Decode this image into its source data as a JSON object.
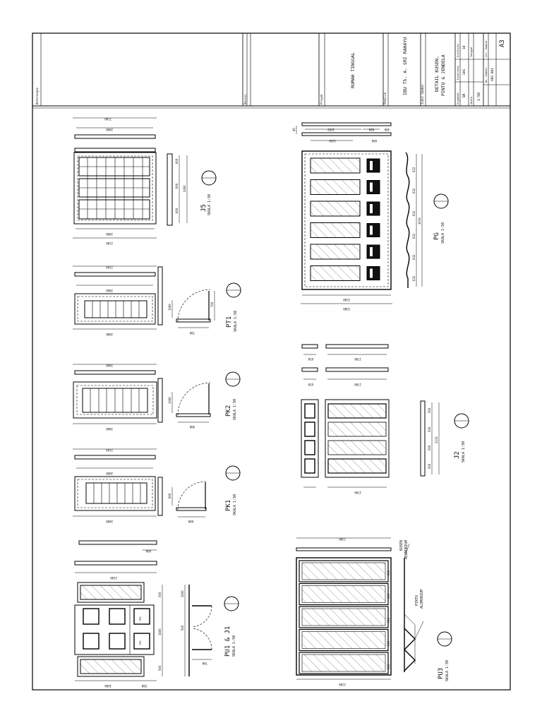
{
  "title_block": {
    "field_remarks": "Keterangan",
    "field_revision": "Revisi",
    "field_project": "Proyek",
    "project_name": "RUMAH TINGGAL",
    "field_owner": "Pemilik",
    "owner_name": "IBU Th. A. SRI RAHAYU",
    "field_drawing_title": "Judul Gambar",
    "drawing_title_line1": "DETAIL KUSEN,",
    "drawing_title_line2": "PINTU & JENDELA",
    "field_drawn": "Digambar",
    "field_checked": "Diperiksa",
    "field_approved": "Disetujui",
    "field_date": "Tanggal",
    "field_scale": "Skala",
    "field_no_revisi": "No. Gambar",
    "field_sheet": "Lbr. Gambar",
    "scale_value": "1:50",
    "drawing_no": "ARS 001",
    "sheet_size": "A3",
    "value_a": "BR",
    "value_b": "GHS",
    "value_c": "10"
  },
  "details": {
    "j5": {
      "name": "J5",
      "scale": "SKALA 1:50",
      "dims": [
        "2100",
        "2000",
        "2000",
        "2100",
        "600",
        "600",
        "600",
        "2000"
      ]
    },
    "pt1": {
      "name": "PT1",
      "scale": "SKALA 1:50",
      "dims": [
        "2160",
        "2060",
        "2000",
        "700",
        "1000",
        "700"
      ]
    },
    "pk2": {
      "name": "PK2",
      "scale": "SKALA 1:50",
      "dims": [
        "2000",
        "2000",
        "1000",
        "900"
      ]
    },
    "pk1": {
      "name": "PK1",
      "scale": "SKALA 1:50",
      "dims": [
        "2160",
        "2060",
        "2000",
        "800",
        "800"
      ]
    },
    "pu1": {
      "name": "PU1 & J1",
      "scale": "SKALA 1:50",
      "dims": [
        "600",
        "2100",
        "1600",
        "500",
        "500",
        "1600",
        "500",
        "1600",
        "500",
        "700",
        "700",
        "700"
      ]
    },
    "pg": {
      "name": "PG",
      "scale": "SKALA 1:50",
      "dims": [
        "1650",
        "600",
        "1350",
        "600",
        "600",
        "3010",
        "3300",
        "3200",
        "40",
        "400",
        "632",
        "632",
        "632",
        "632",
        "632",
        "632"
      ]
    },
    "j2": {
      "name": "J2",
      "scale": "SKALA 1:50",
      "dims": [
        "1700",
        "1700",
        "2210",
        "1700",
        "500",
        "500",
        "500",
        "500",
        "650",
        "650"
      ]
    },
    "pu3": {
      "name": "PU3",
      "scale": "SKALA 1:50",
      "dims": [
        "2300",
        "2200",
        "616",
        "616",
        "616",
        "616",
        "616"
      ]
    }
  },
  "labels": {
    "frame_line1": "KUSEN",
    "frame_line2": "ALUMUNIUM",
    "door_line1": "PINTU",
    "door_line2": "ALUMUNIUM"
  }
}
